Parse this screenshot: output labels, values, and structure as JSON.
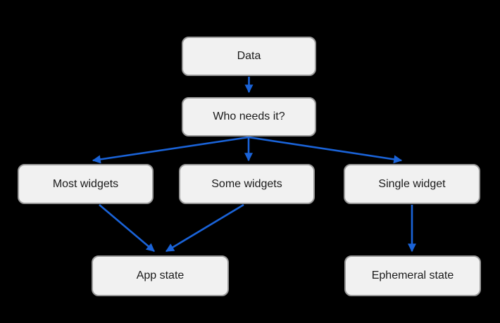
{
  "diagram": {
    "type": "flowchart",
    "nodes": {
      "data": {
        "label": "Data"
      },
      "who_needs_it": {
        "label": "Who needs it?"
      },
      "most_widgets": {
        "label": "Most widgets"
      },
      "some_widgets": {
        "label": "Some widgets"
      },
      "single_widget": {
        "label": "Single widget"
      },
      "app_state": {
        "label": "App state"
      },
      "ephemeral_state": {
        "label": "Ephemeral state"
      }
    },
    "edges": [
      {
        "from": "data",
        "to": "who_needs_it"
      },
      {
        "from": "who_needs_it",
        "to": "most_widgets"
      },
      {
        "from": "who_needs_it",
        "to": "some_widgets"
      },
      {
        "from": "who_needs_it",
        "to": "single_widget"
      },
      {
        "from": "most_widgets",
        "to": "app_state"
      },
      {
        "from": "some_widgets",
        "to": "app_state"
      },
      {
        "from": "single_widget",
        "to": "ephemeral_state"
      }
    ],
    "colors": {
      "background": "#000000",
      "node_fill": "#f1f1f1",
      "node_border": "#9a9a9a",
      "arrow": "#1a63d8",
      "text": "#1a1a1a"
    }
  }
}
